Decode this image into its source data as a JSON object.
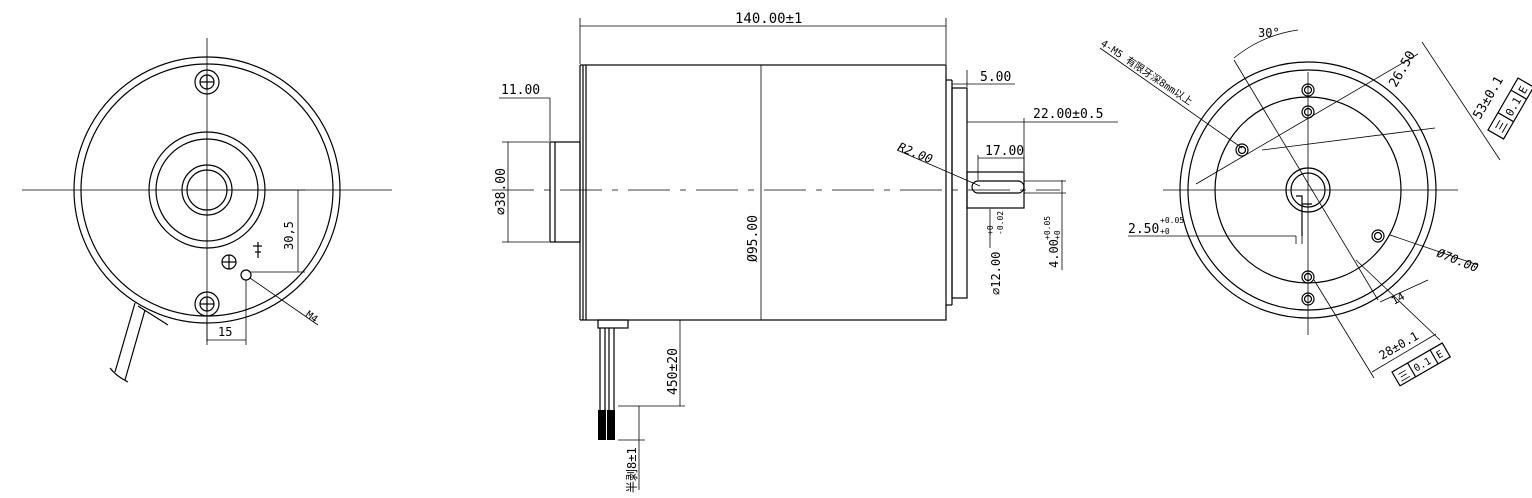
{
  "left_view": {
    "dim_30_5": "30,5",
    "dim_15": "15",
    "label_m4": "M4"
  },
  "side_view": {
    "dim_length": "140.00±1",
    "dim_11": "11.00",
    "dim_phi38": "⌀38.00",
    "dim_phi95": "Ø95.00",
    "dim_5": "5.00",
    "dim_22": "22.00±0.5",
    "dim_r2": "R2.00",
    "dim_17": "17.00",
    "dim_phi12_base": "⌀12.00",
    "dim_phi12_tol_upper": "+0",
    "dim_phi12_tol_lower": "-0.02",
    "dim_4_base": "4.00",
    "dim_4_tol_upper": "+0.05",
    "dim_4_tol_lower": "+0",
    "dim_450": "450±20",
    "dim_strip": "半剥8±1"
  },
  "right_view": {
    "dim_30deg": "30°",
    "label_holes": "4-M5 有限牙深8mm以上",
    "dim_26_5": "26.50",
    "dim_53": "53±0.1",
    "dim_2_5_base": "2.50",
    "dim_2_5_tol_upper": "+0.05",
    "dim_2_5_tol_lower": "+0",
    "dim_phi70": "Ø70.00",
    "dim_14": "14",
    "dim_28": "28±0.1",
    "tol_symbol": "三",
    "tol_value": "0.1",
    "tol_datum": "E"
  }
}
